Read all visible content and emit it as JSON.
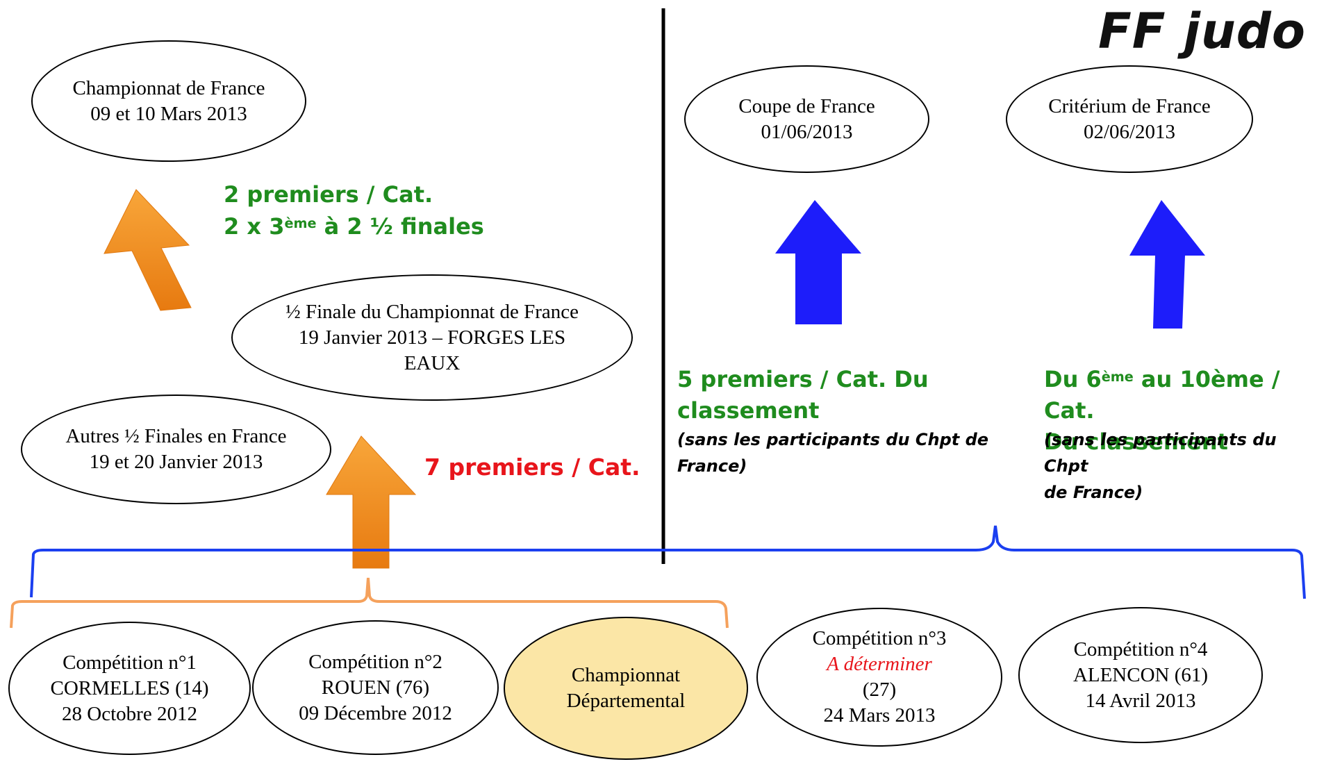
{
  "logo": "FF judo",
  "top_left": {
    "title": "Championnat de France",
    "date": "09 et 10 Mars 2013"
  },
  "demi_finale": {
    "line1": "½ Finale du Championnat de France",
    "line2": "19 Janvier 2013 – FORGES LES",
    "line3": "EAUX"
  },
  "autres": {
    "line1": "Autres ½ Finales en France",
    "line2": "19 et 20 Janvier 2013"
  },
  "coupe": {
    "title": "Coupe de France",
    "date": "01/06/2013"
  },
  "criterium": {
    "title": "Critérium de France",
    "date": "02/06/2013"
  },
  "notes": {
    "green1_line1": "2 premiers / Cat.",
    "green1_line2_a": "2 x 3",
    "green1_line2_sup": "ème",
    "green1_line2_b": " à 2 ½ finales",
    "red": "7 premiers / Cat.",
    "coupe_line1": "5 premiers / Cat. Du",
    "coupe_line2": "classement",
    "coupe_italic1": "(sans les participants du Chpt de",
    "coupe_italic2": "France)",
    "crit_line1_a": "Du 6",
    "crit_line1_sup": "ème",
    "crit_line1_b": " au 10ème / Cat.",
    "crit_line2": "Du classement",
    "crit_italic1": "(sans les participants du Chpt",
    "crit_italic2": "de France)"
  },
  "competitions": [
    {
      "line1": "Compétition n°1",
      "line2": "CORMELLES (14)",
      "line3": "28 Octobre 2012"
    },
    {
      "line1": "Compétition n°2",
      "line2": "ROUEN (76)",
      "line3": "09 Décembre 2012"
    },
    {
      "line1": "Championnat",
      "line2": "Départemental"
    },
    {
      "line1": "Compétition n°3",
      "line2_red": "A déterminer",
      "line2_rest": " (27)",
      "line3": "24 Mars 2013"
    },
    {
      "line1": "Compétition n°4",
      "line2": "ALENCON (61)",
      "line3": "14 Avril 2013"
    }
  ],
  "colors": {
    "orange_arrow": "#f39021",
    "blue_arrow": "#1d1dfa",
    "blue_brace": "#1b3ff0",
    "orange_brace": "#f5a15c",
    "green_text": "#1f8c1e",
    "red_text": "#e8151b",
    "filled_ellipse": "#fbe6a6"
  }
}
